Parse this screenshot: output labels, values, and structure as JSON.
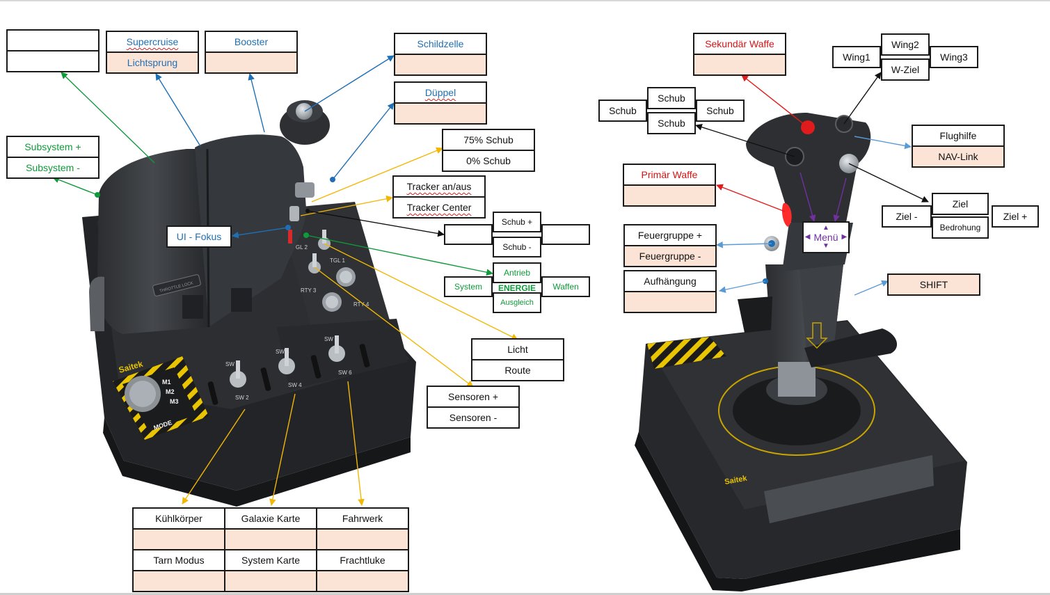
{
  "colors": {
    "blue": "#1f6fb5",
    "green": "#0f9a3a",
    "orange": "#f2b705",
    "red": "#e01b1b",
    "purple": "#7030a0",
    "black": "#111111",
    "cell_fill": "#fbe3d6"
  },
  "throttle": {
    "brand": "Saitek",
    "mode_label": "MODE",
    "modes": [
      "M1",
      "M2",
      "M3"
    ],
    "panel_labels": [
      "TGL 2",
      "TGL 1",
      "RTY 3",
      "RTY 4",
      "SW 2",
      "SW 4",
      "SW 6",
      "SW 1",
      "SW 3",
      "SW 5"
    ],
    "grip_label": "THROTTLE LOCK"
  },
  "joystick": {
    "brand": "Saitek"
  },
  "labels": {
    "supercruise": "Supercruise",
    "lichtsprung": "Lichtsprung",
    "booster": "Booster",
    "schildzelle": "Schildzelle",
    "dueppel": "Düppel",
    "subsystem_plus": "Subsystem +",
    "subsystem_minus": "Subsystem -",
    "schub75": "75% Schub",
    "schub0": "0% Schub",
    "tracker_toggle": "Tracker an/aus",
    "tracker_center": "Tracker Center",
    "ui_fokus": "UI - Fokus",
    "schub_plus": "Schub +",
    "schub_minus": "Schub -",
    "antrieb": "Antrieb",
    "system": "System",
    "energie": "ENERGIE",
    "waffen": "Waffen",
    "ausgleich": "Ausgleich",
    "licht": "Licht",
    "route": "Route",
    "sensoren_plus": "Sensoren +",
    "sensoren_minus": "Sensoren -",
    "kuehlkoerper": "Kühlkörper",
    "galaxie_karte": "Galaxie Karte",
    "fahrwerk": "Fahrwerk",
    "tarn_modus": "Tarn Modus",
    "system_karte": "System Karte",
    "frachtluke": "Frachtluke",
    "sekundaer_waffe": "Sekundär Waffe",
    "wing1": "Wing1",
    "wing2": "Wing2",
    "wing3": "Wing3",
    "w_ziel": "W-Ziel",
    "schub": "Schub",
    "flughilfe": "Flughilfe",
    "nav_link": "NAV-Link",
    "primaer_waffe": "Primär Waffe",
    "ziel": "Ziel",
    "ziel_minus": "Ziel -",
    "ziel_plus": "Ziel +",
    "bedrohung": "Bedrohung",
    "menue": "Menü",
    "feuergruppe_plus": "Feuergruppe +",
    "feuergruppe_minus": "Feuergruppe -",
    "aufhaengung": "Aufhängung",
    "shift": "SHIFT"
  }
}
